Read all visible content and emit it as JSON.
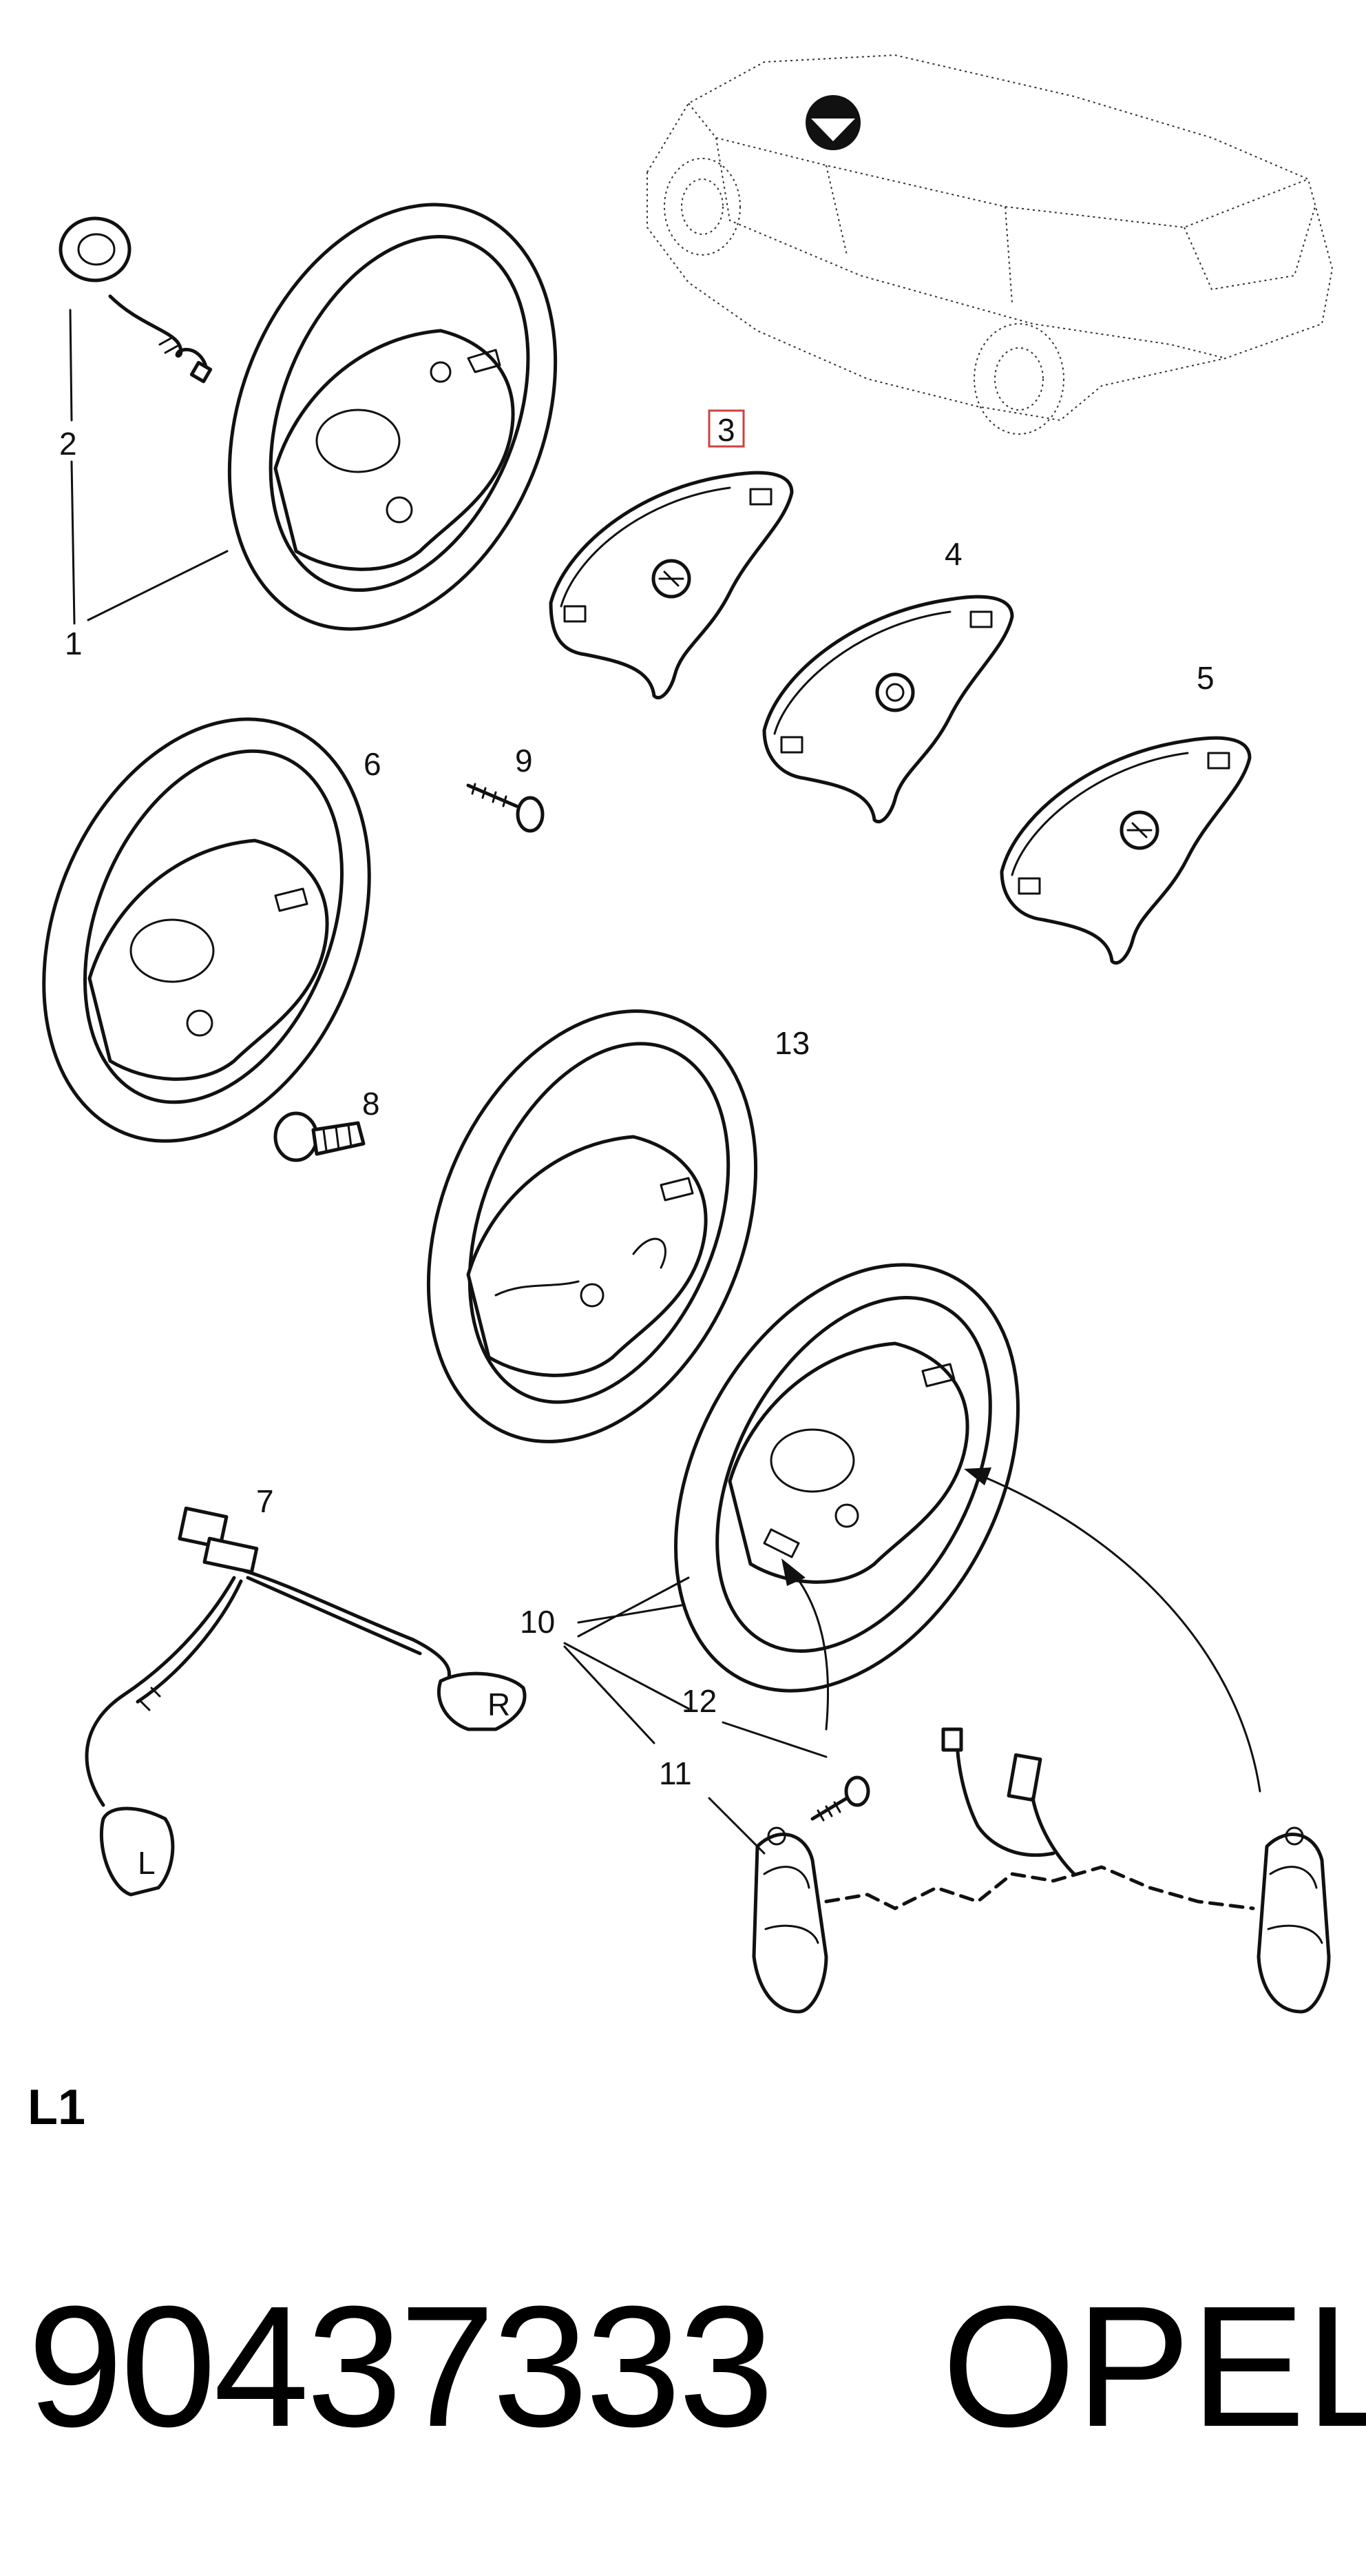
{
  "diagram": {
    "callouts": [
      "1",
      "2",
      "3",
      "4",
      "5",
      "6",
      "7",
      "8",
      "9",
      "10",
      "11",
      "12",
      "13"
    ],
    "highlighted_callout": "3",
    "switch_letters": {
      "left": "L",
      "right": "R"
    }
  },
  "footer": {
    "diagram_id": "L1",
    "part_number": "90437333",
    "brand": "OPEL"
  }
}
